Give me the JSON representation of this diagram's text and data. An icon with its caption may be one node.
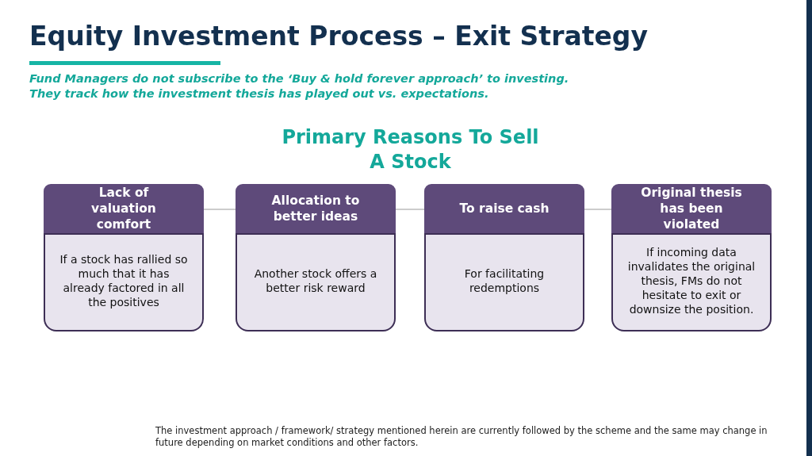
{
  "diagram": {
    "title": "Equity Investment Process – Exit Strategy",
    "nodes": [
      {
        "text": [
          "Lack of valuation comfort",
          "If a stock has rallied so much that it has already factored in all the positives"
        ]
      },
      {
        "text": [
          "Allocation to better ideas",
          "Another stock offers a better risk reward"
        ]
      },
      {
        "text": [
          "To raise cash",
          "For facilitating redemptions"
        ]
      },
      {
        "text": [
          "Original thesis has been violated",
          "If incoming data invalidates the original thesis, FMs do not hesitate to exit or downsize the position."
        ]
      }
    ],
    "edges": [
      {
        "from": 0,
        "to": 1,
        "arrow": "none"
      },
      {
        "from": 1,
        "to": 2,
        "arrow": "none"
      },
      {
        "from": 2,
        "to": 3,
        "arrow": "none"
      }
    ],
    "labels": [
      "Fund Managers do not subscribe to the ‘Buy & hold forever approach’ to investing. They track how the investment thesis has played out vs. expectations.",
      "Primary Reasons To Sell A Stock",
      "The investment approach / framework/ strategy mentioned herein are currently followed by the scheme and the same may change in future depending on market conditions and other factors."
    ]
  }
}
